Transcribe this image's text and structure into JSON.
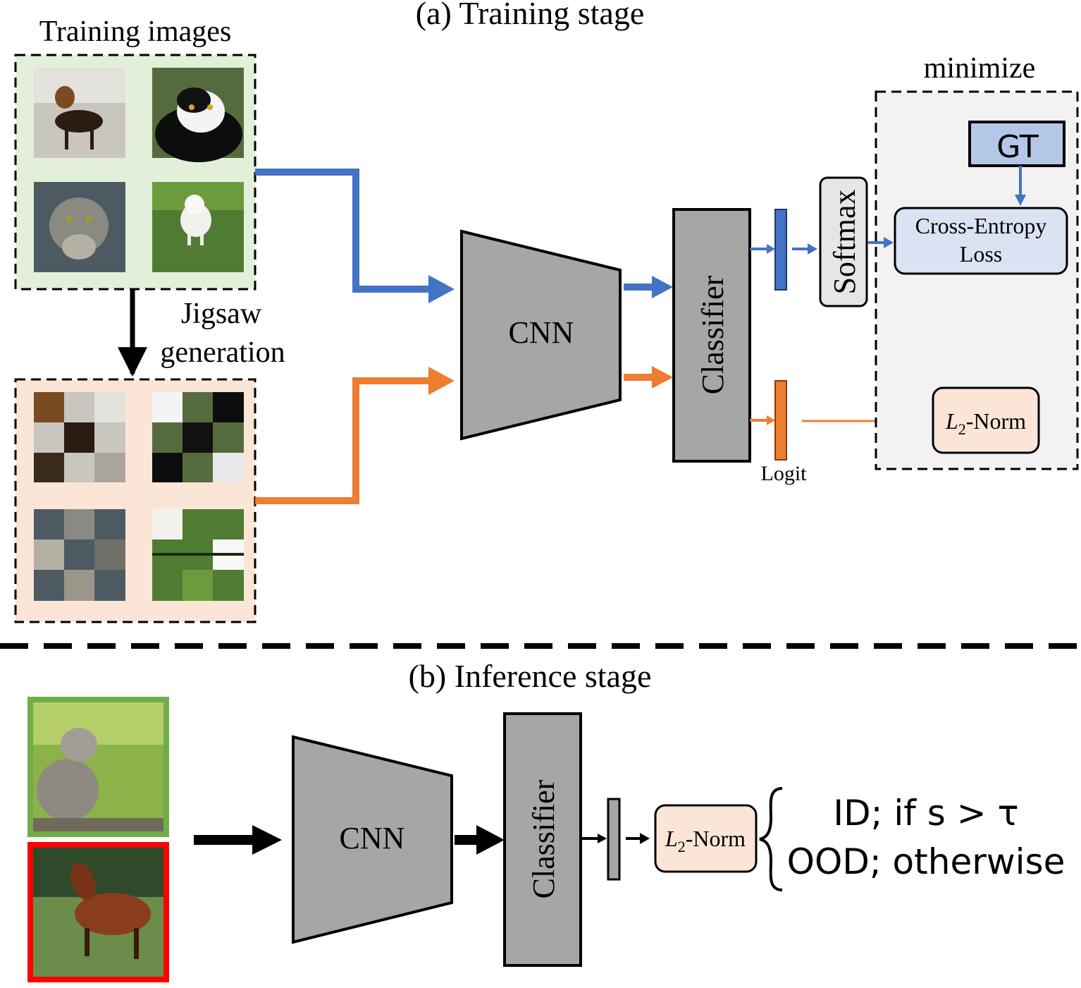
{
  "training": {
    "stage_title": "(a) Training stage",
    "images_label": "Training images",
    "jigsaw_label_line1": "Jigsaw",
    "jigsaw_label_line2": "generation",
    "cnn_label": "CNN",
    "classifier_label": "Classifier",
    "softmax_label": "Softmax",
    "logit_label": "Logit",
    "minimize_label": "minimize",
    "gt_label": "GT",
    "ce_line1": "Cross-Entropy",
    "ce_line2": "Loss",
    "l2_prefix": "L",
    "l2_sub": "2",
    "l2_suffix": "-Norm"
  },
  "inference": {
    "stage_title": "(b) Inference stage",
    "cnn_label": "CNN",
    "classifier_label": "Classifier",
    "l2_prefix": "L",
    "l2_sub": "2",
    "l2_suffix": "-Norm",
    "decision_line1": "ID; if s > τ",
    "decision_line2": "OOD; otherwise"
  },
  "colors": {
    "blue": "#4472c4",
    "orange": "#ed7d31",
    "gray_block": "#a6a6a6",
    "green_panel": "#e2f0d9",
    "peach_panel": "#fbe5d6",
    "loss_panel": "#f2f2f2",
    "gt_fill": "#b4c7e7",
    "ce_fill": "#dae3f3",
    "id_border": "#70ad47",
    "ood_border": "#ff0000"
  },
  "icons": {
    "training_images": [
      "dog-photo-icon",
      "cat-photo-icon",
      "tabby-cat-photo-icon",
      "white-dog-photo-icon"
    ],
    "jigsaw_images": [
      "jigsaw-dog-icon",
      "jigsaw-cat-icon",
      "jigsaw-tabby-icon",
      "jigsaw-white-dog-icon"
    ],
    "inference_images": [
      "kitten-photo-icon",
      "horse-photo-icon"
    ]
  }
}
